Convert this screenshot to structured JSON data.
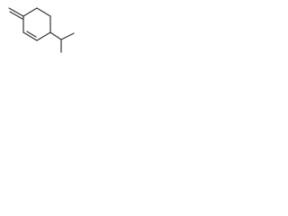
{
  "figure": {
    "kind": "skeletal-formula",
    "ring_atoms": 6,
    "ring_double_bond": "C2=C3",
    "exocyclic_double_bond": "C1=CH2",
    "substituent": "isopropyl",
    "substituent_position": "C4",
    "colors": {
      "background": "#ffffff",
      "bond": "#333333"
    }
  }
}
